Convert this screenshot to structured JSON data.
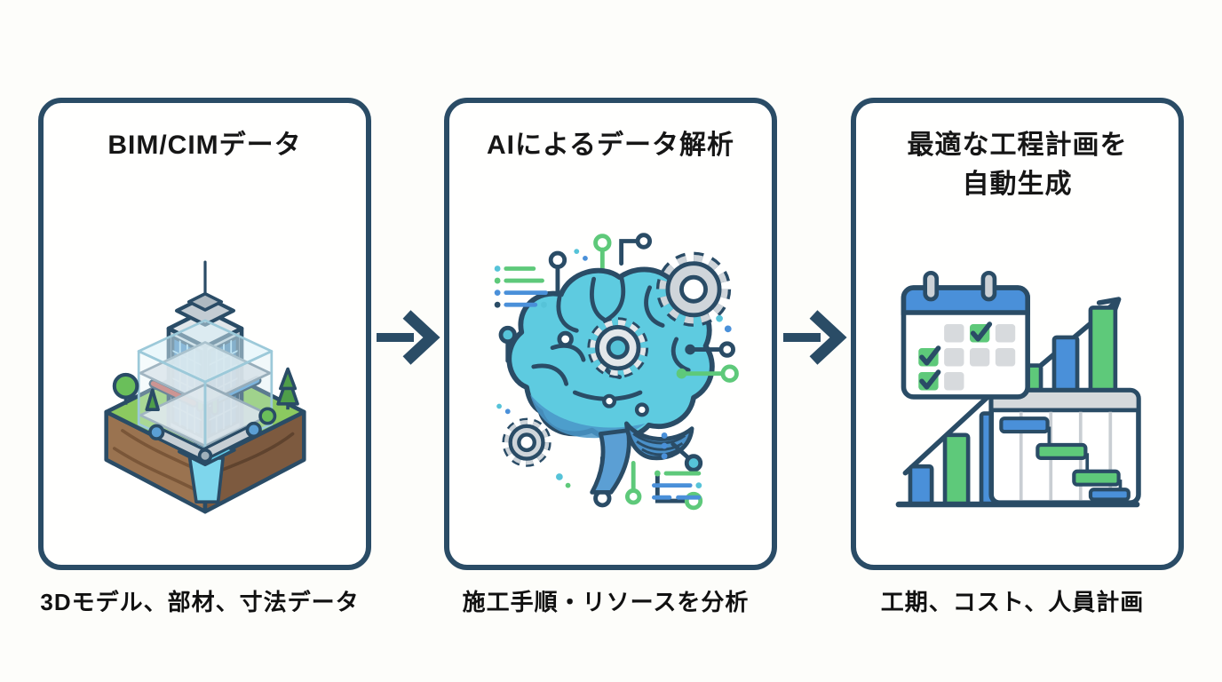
{
  "diagram_title": "BIM/CIM to AI schedule generation flow",
  "colors": {
    "outline": "#2a4c66",
    "blue": "#4a90d9",
    "green": "#5ec97a",
    "teal": "#56c3d8",
    "gray": "#d5d9dc",
    "background": "#fdfdfa"
  },
  "panels": [
    {
      "id": "bim-data",
      "title_lines": [
        "BIM/CIMデータ"
      ],
      "caption": "3Dモデル、部材、寸法データ",
      "icon": "bim-building-icon"
    },
    {
      "id": "ai-analysis",
      "title_lines": [
        "AIによるデータ解析"
      ],
      "caption": "施工手順・リソースを分析",
      "icon": "ai-brain-gears-icon"
    },
    {
      "id": "schedule-output",
      "title_lines": [
        "最適な工程計画を",
        "自動生成"
      ],
      "caption": "工期、コスト、人員計画",
      "icon": "schedule-chart-icon"
    }
  ],
  "arrows": [
    "flow-arrow-1",
    "flow-arrow-2"
  ]
}
